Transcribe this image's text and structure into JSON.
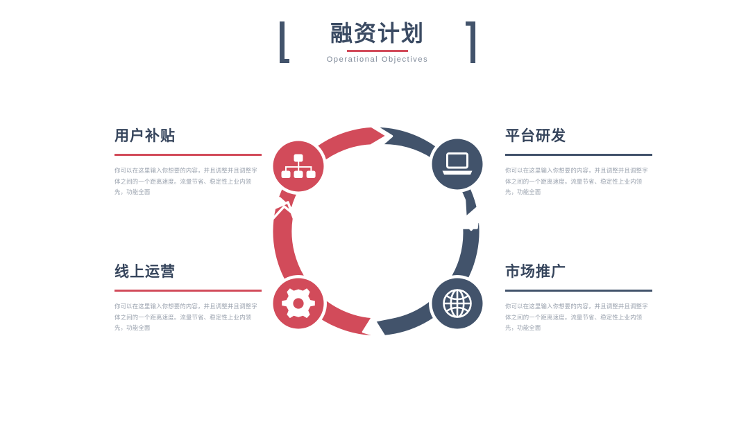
{
  "slide": {
    "background_color": "#ffffff",
    "accent_red": "#d24b5a",
    "accent_navy": "#42536b",
    "heading_color": "#36455c",
    "body_text_color": "#9aa2ae"
  },
  "header": {
    "title": "融资计划",
    "subtitle": "Operational Objectives",
    "bracket_left": "[",
    "bracket_right": "]"
  },
  "body_placeholder": "你可以在这里输入你想要的内容，并且调整并且调整字体之间的一个距离速度。流量节省、稳定性上业内领先，功能全面",
  "panels": [
    {
      "id": "user-subsidy",
      "heading": "用户补贴",
      "rule_color": "#d24b5a",
      "body": "你可以在这里输入你想要的内容，并且调整并且调整字体之间的一个距离速度。流量节省、稳定性上业内领先，功能全面",
      "position": "top-left"
    },
    {
      "id": "platform-rd",
      "heading": "平台研发",
      "rule_color": "#42536b",
      "body": "你可以在这里输入你想要的内容，并且调整并且调整字体之间的一个距离速度。流量节省、稳定性上业内领先，功能全面",
      "position": "top-right"
    },
    {
      "id": "online-operations",
      "heading": "线上运营",
      "rule_color": "#d24b5a",
      "body": "你可以在这里输入你想要的内容，并且调整并且调整字体之间的一个距离速度。流量节省、稳定性上业内领先，功能全面",
      "position": "bottom-left"
    },
    {
      "id": "market-promotion",
      "heading": "市场推广",
      "rule_color": "#42536b",
      "body": "你可以在这里输入你想要的内容，并且调整并且调整字体之间的一个距离速度。流量节省、稳定性上业内领先，功能全面",
      "position": "bottom-right"
    }
  ],
  "cycle_diagram": {
    "type": "circular-process",
    "segment_count": 4,
    "direction": "clockwise",
    "segments": [
      {
        "id": "seg-top-left",
        "color": "#d24b5a",
        "start_deg": 180,
        "end_deg": 270,
        "linked_node": "sitemap"
      },
      {
        "id": "seg-top-right",
        "color": "#42536b",
        "start_deg": 270,
        "end_deg": 360,
        "linked_node": "laptop"
      },
      {
        "id": "seg-bottom-right",
        "color": "#42536b",
        "start_deg": 0,
        "end_deg": 90,
        "linked_node": "globe"
      },
      {
        "id": "seg-bottom-left",
        "color": "#d24b5a",
        "start_deg": 90,
        "end_deg": 180,
        "linked_node": "gear"
      }
    ],
    "nodes": [
      {
        "id": "sitemap",
        "icon": "sitemap-icon",
        "color": "#d24b5a",
        "position": "top-left",
        "linked_panel": "user-subsidy"
      },
      {
        "id": "laptop",
        "icon": "laptop-icon",
        "color": "#42536b",
        "position": "top-right",
        "linked_panel": "platform-rd"
      },
      {
        "id": "globe",
        "icon": "globe-icon",
        "color": "#42536b",
        "position": "bottom-right",
        "linked_panel": "market-promotion"
      },
      {
        "id": "gear",
        "icon": "gear-icon",
        "color": "#d24b5a",
        "position": "bottom-left",
        "linked_panel": "online-operations"
      }
    ]
  }
}
